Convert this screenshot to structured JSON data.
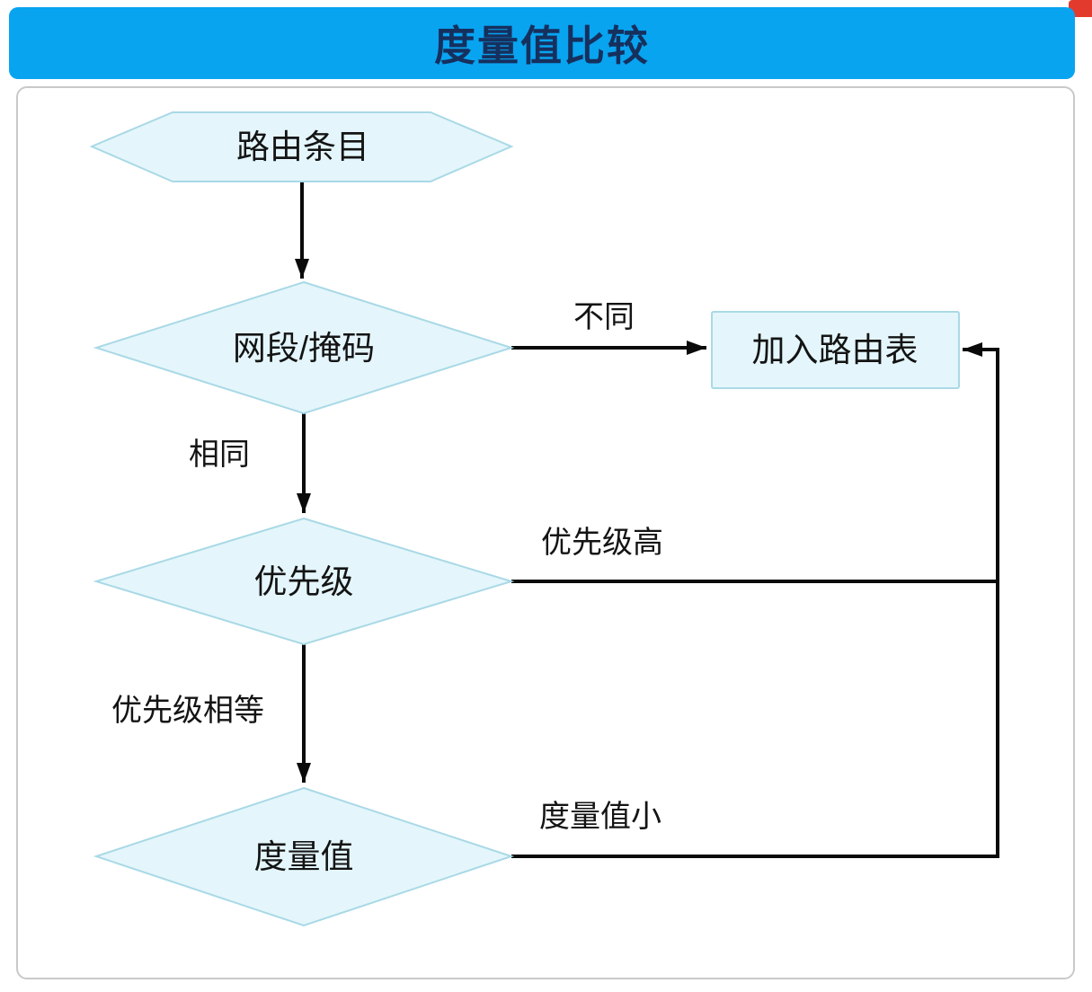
{
  "header": {
    "title": "度量值比较",
    "bg_color": "#08a4f0",
    "title_color": "#16305e"
  },
  "theme": {
    "node_fill": "#e4f6fb",
    "node_stroke": "#a9d9e6",
    "edge_color": "#0a0a0a"
  },
  "diagram": {
    "nodes": [
      {
        "id": "route-entry",
        "type": "hexagon",
        "label": "路由条目"
      },
      {
        "id": "segment-mask",
        "type": "diamond",
        "label": "网段/掩码"
      },
      {
        "id": "add-routing-table",
        "type": "rectangle",
        "label": "加入路由表"
      },
      {
        "id": "priority",
        "type": "diamond",
        "label": "优先级"
      },
      {
        "id": "metric",
        "type": "diamond",
        "label": "度量值"
      }
    ],
    "edges": [
      {
        "from": "route-entry",
        "to": "segment-mask",
        "label": ""
      },
      {
        "from": "segment-mask",
        "to": "add-routing-table",
        "label": "不同"
      },
      {
        "from": "segment-mask",
        "to": "priority",
        "label": "相同"
      },
      {
        "from": "priority",
        "to": "add-routing-table",
        "label": "优先级高"
      },
      {
        "from": "priority",
        "to": "metric",
        "label": "优先级相等"
      },
      {
        "from": "metric",
        "to": "add-routing-table",
        "label": "度量值小"
      }
    ]
  }
}
